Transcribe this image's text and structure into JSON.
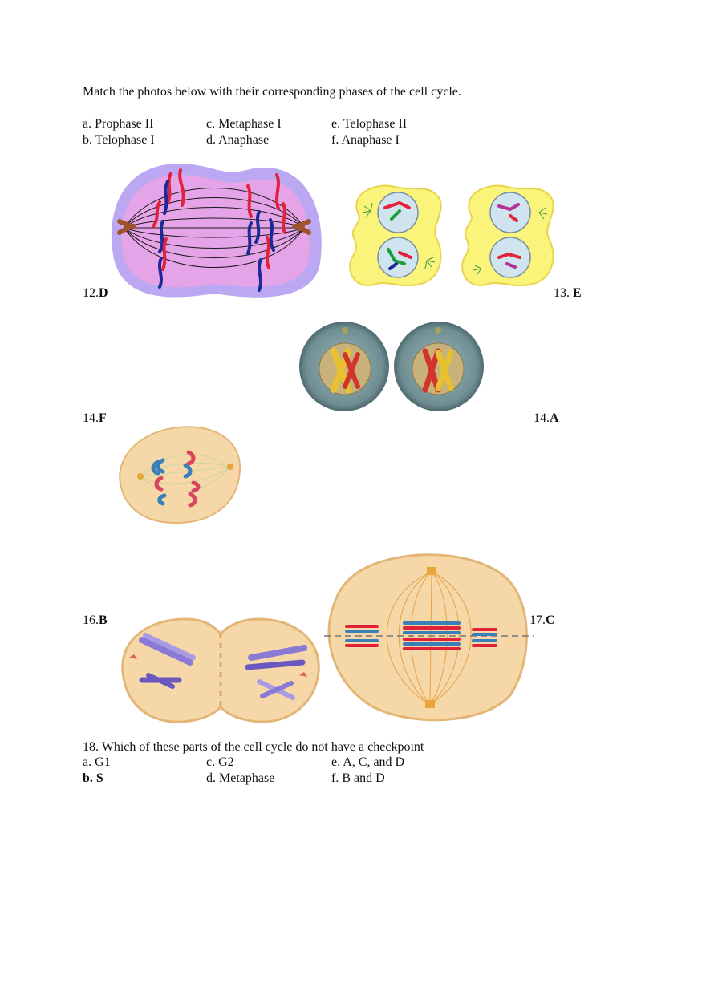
{
  "intro": "Match the photos below with their corresponding phases of the cell cycle.",
  "phase_options": {
    "a": "a. Prophase II",
    "b": "b. Telophase I",
    "c": "c. Metaphase I",
    "d": "d. Anaphase",
    "e": "e. Telophase II",
    "f": "f. Anaphase I"
  },
  "answers": [
    {
      "num": "12.",
      "ans": "D"
    },
    {
      "num": "13. ",
      "ans": "E"
    },
    {
      "num": "14.",
      "ans": "F"
    },
    {
      "num": "14.",
      "ans": "A"
    },
    {
      "num": "16.",
      "ans": "B"
    },
    {
      "num": "17.",
      "ans": "C"
    }
  ],
  "question18": {
    "prompt": "18. Which of these parts of the cell cycle do not have a checkpoint",
    "options": {
      "a": "a. G1",
      "b": "b. S",
      "c": "c. G2",
      "d": "d. Metaphase",
      "e": "e. A, C, and D",
      "f": "f. B and D"
    }
  },
  "colors": {
    "pink_cell": "#e6a4e8",
    "lavender_border": "#bca8f2",
    "yellow_cell": "#fbf47a",
    "nucleus_blue": "#cfe4ee",
    "orange_cell": "#f6d7a8",
    "gray_nucleus": "#6f8e93",
    "red_chromosome": "#e2213a",
    "blue_chromosome": "#1c2a96"
  },
  "icons": [
    "anaphase-cell-image",
    "telophase-ii-cells-image",
    "prophase-ii-cells-image",
    "anaphase-i-cell-image",
    "telophase-i-cell-image",
    "metaphase-i-cell-image"
  ]
}
